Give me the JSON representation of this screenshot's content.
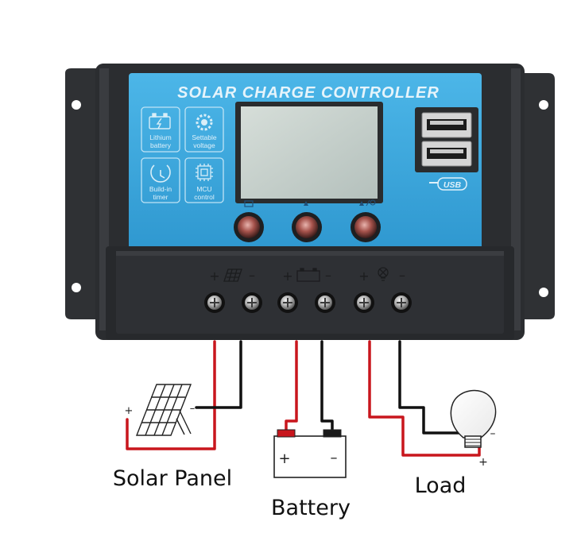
{
  "device": {
    "title": "SOLAR CHARGE CONTROLLER",
    "features": [
      {
        "line1": "Lithium",
        "line2": "battery",
        "icon": "battery-bolt-icon"
      },
      {
        "line1": "Settable",
        "line2": "voltage",
        "icon": "gear-icon"
      },
      {
        "line1": "Build-in",
        "line2": "timer",
        "icon": "clock-icon"
      },
      {
        "line1": "MCU",
        "line2": "control",
        "icon": "chip-icon"
      }
    ],
    "usb_label": "USB",
    "buttons": [
      {
        "icon": "screen-icon"
      },
      {
        "icon": "up-triangle-icon"
      },
      {
        "icon": "up-triangle-bulb-icon"
      }
    ],
    "terminal_groups": [
      {
        "plus": "+",
        "minus": "–",
        "icon": "solar-panel-icon"
      },
      {
        "plus": "+",
        "minus": "–",
        "icon": "battery-icon"
      },
      {
        "plus": "+",
        "minus": "–",
        "icon": "bulb-icon"
      }
    ]
  },
  "diagram": {
    "solar_panel": {
      "label": "Solar Panel",
      "plus": "+",
      "minus": "–"
    },
    "battery": {
      "label": "Battery",
      "plus": "+",
      "minus": "–"
    },
    "load": {
      "label": "Load",
      "plus": "+",
      "minus": "–"
    }
  },
  "colors": {
    "housing": "#2b2d30",
    "face": "#3aa6dc",
    "title": "#e6f4fb",
    "lcd": "#c9d3d0",
    "wire_red": "#c8161d",
    "wire_black": "#111111"
  }
}
